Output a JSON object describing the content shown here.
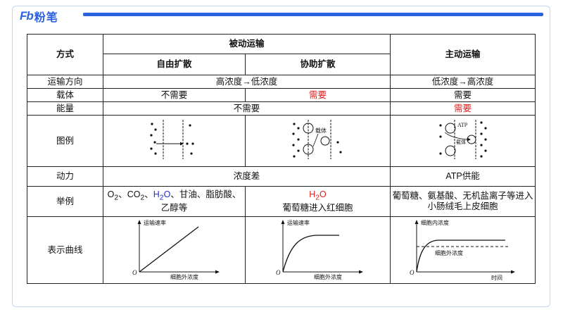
{
  "brand": {
    "mark": "Fb",
    "name": "粉笔"
  },
  "colors": {
    "accent": "#2b63e0",
    "red": "#e02020",
    "blue": "#2230d0"
  },
  "header": {
    "method": "方式",
    "passive": "被动运输",
    "free_diffusion": "自由扩散",
    "facilitated": "协助扩散",
    "active": "主动运输"
  },
  "rows": {
    "direction": {
      "label": "运输方向",
      "passive": "高浓度→低浓度",
      "active": "低浓度→高浓度"
    },
    "carrier": {
      "label": "载体",
      "free": "不需要",
      "facilitated": "需要",
      "active": "需要"
    },
    "energy": {
      "label": "能量",
      "passive": "不需要",
      "active": "需要"
    },
    "diagram": {
      "label": "图例",
      "carrier_text": "载体",
      "atp_text": "ATP"
    },
    "power": {
      "label": "动力",
      "passive": "浓度差",
      "active": "ATP供能"
    },
    "examples": {
      "label": "举例",
      "free_parts": [
        "O",
        "2",
        "、CO",
        "2",
        "、",
        "H",
        "2",
        "O",
        "、甘油、脂肪酸、"
      ],
      "free_line2": "乙醇等",
      "facilitated_h": "H",
      "facilitated_sub": "2",
      "facilitated_o": "O",
      "facilitated_line2": "葡萄糖进入红细胞",
      "active": "葡萄糖、氨基酸、无机盐离子等进入小肠绒毛上皮细胞"
    },
    "curve": {
      "label": "表示曲线",
      "y_rate": "运输速率",
      "x_outside": "细胞外浓度",
      "origin": "O",
      "y_inside": "细胞内浓度",
      "x_time": "时间",
      "outside_label": "细胞外浓度"
    }
  }
}
